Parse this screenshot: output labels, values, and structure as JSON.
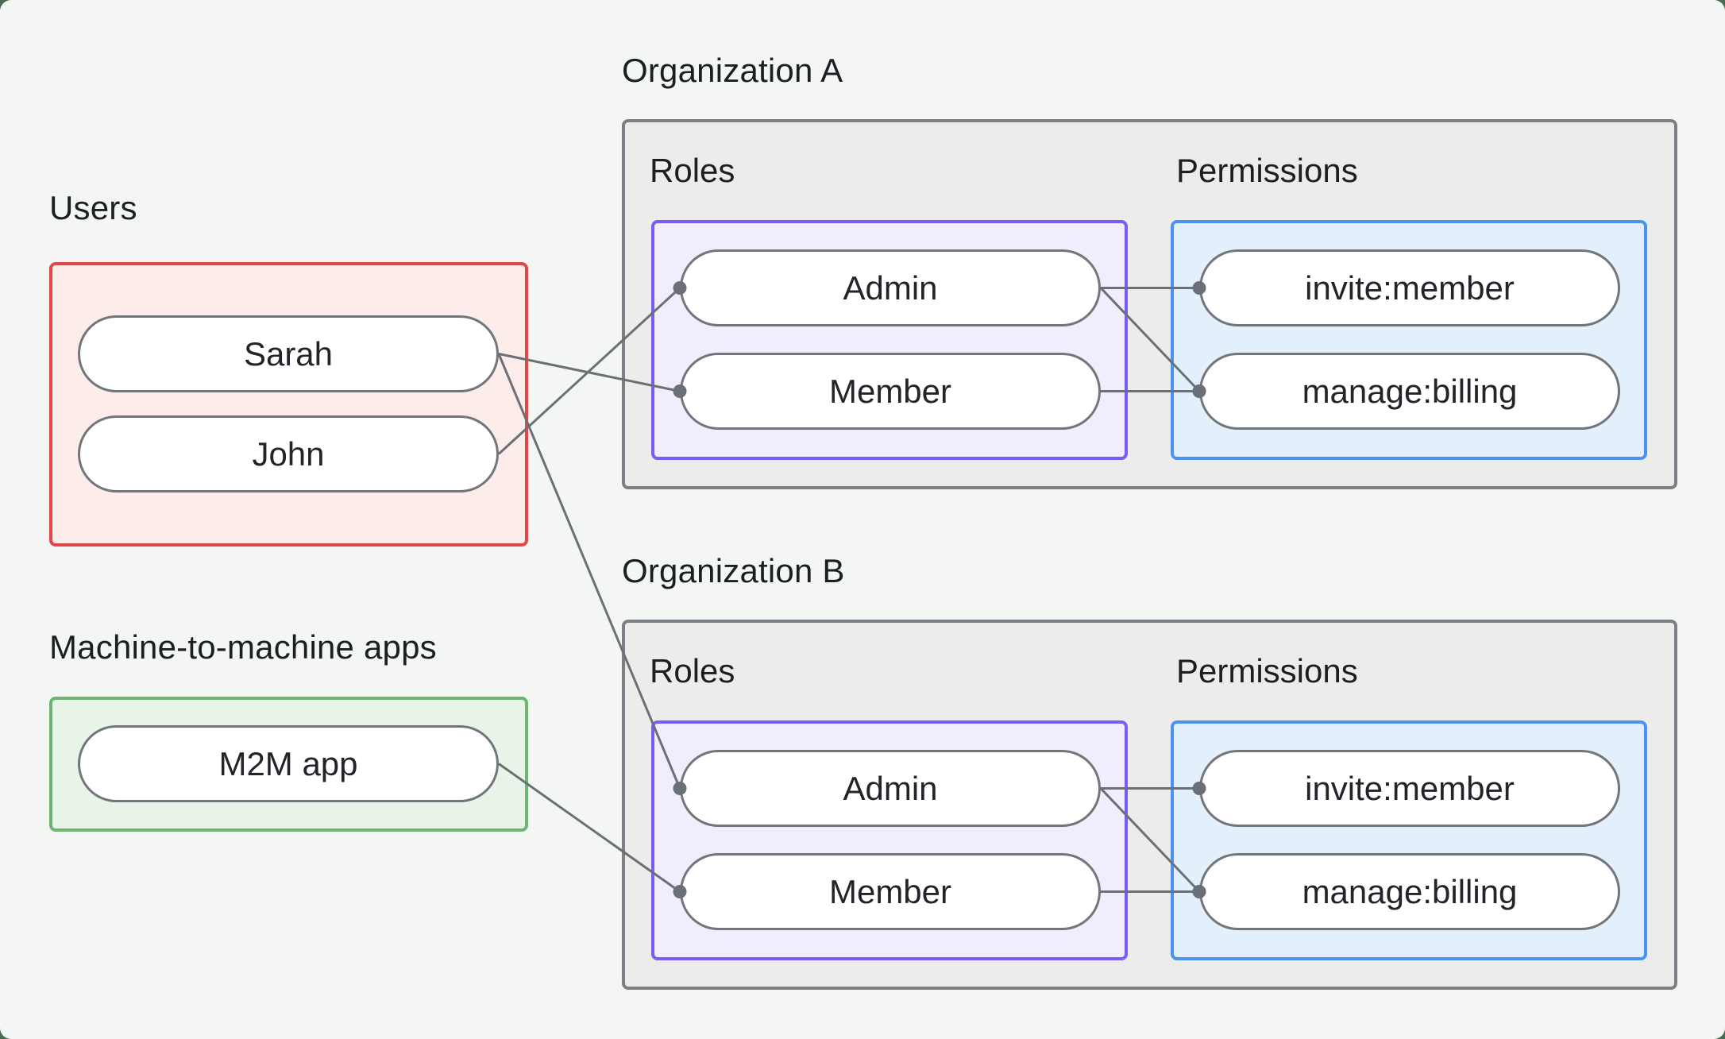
{
  "page": {
    "background": "#f4f6f4",
    "frame_behind_color": "#486b52"
  },
  "colors": {
    "users_border": "#e24646",
    "users_fill": "#fcecea",
    "m2m_border": "#6db571",
    "m2m_fill": "#e9f4e9",
    "org_border": "#7c8085",
    "org_fill": "#ececeb",
    "roles_border": "#7a5cf4",
    "roles_fill": "#f2edfc",
    "permissions_border": "#4a94f0",
    "permissions_fill": "#e3f0fc",
    "pill_border": "#72767b",
    "connector": "#6b7076",
    "text": "#1b1e22"
  },
  "users_group": {
    "label": "Users",
    "nodes": [
      {
        "id": "sarah",
        "label": "Sarah"
      },
      {
        "id": "john",
        "label": "John"
      }
    ]
  },
  "m2m_group": {
    "label": "Machine-to-machine apps",
    "nodes": [
      {
        "id": "m2m",
        "label": "M2M app"
      }
    ]
  },
  "orgs": [
    {
      "title": "Organization A",
      "roles_label": "Roles",
      "permissions_label": "Permissions",
      "roles": [
        {
          "id": "orgA-admin",
          "label": "Admin"
        },
        {
          "id": "orgA-member",
          "label": "Member"
        }
      ],
      "permissions": [
        {
          "id": "orgA-invite",
          "label": "invite:member"
        },
        {
          "id": "orgA-manage",
          "label": "manage:billing"
        }
      ]
    },
    {
      "title": "Organization B",
      "roles_label": "Roles",
      "permissions_label": "Permissions",
      "roles": [
        {
          "id": "orgB-admin",
          "label": "Admin"
        },
        {
          "id": "orgB-member",
          "label": "Member"
        }
      ],
      "permissions": [
        {
          "id": "orgB-invite",
          "label": "invite:member"
        },
        {
          "id": "orgB-manage",
          "label": "manage:billing"
        }
      ]
    }
  ],
  "edges": [
    [
      "sarah",
      "orgA-member"
    ],
    [
      "john",
      "orgA-admin"
    ],
    [
      "sarah",
      "orgB-admin"
    ],
    [
      "m2m",
      "orgB-member"
    ],
    [
      "orgA-admin",
      "orgA-invite"
    ],
    [
      "orgA-admin",
      "orgA-manage"
    ],
    [
      "orgA-member",
      "orgA-manage"
    ],
    [
      "orgB-admin",
      "orgB-invite"
    ],
    [
      "orgB-admin",
      "orgB-manage"
    ],
    [
      "orgB-member",
      "orgB-manage"
    ]
  ]
}
